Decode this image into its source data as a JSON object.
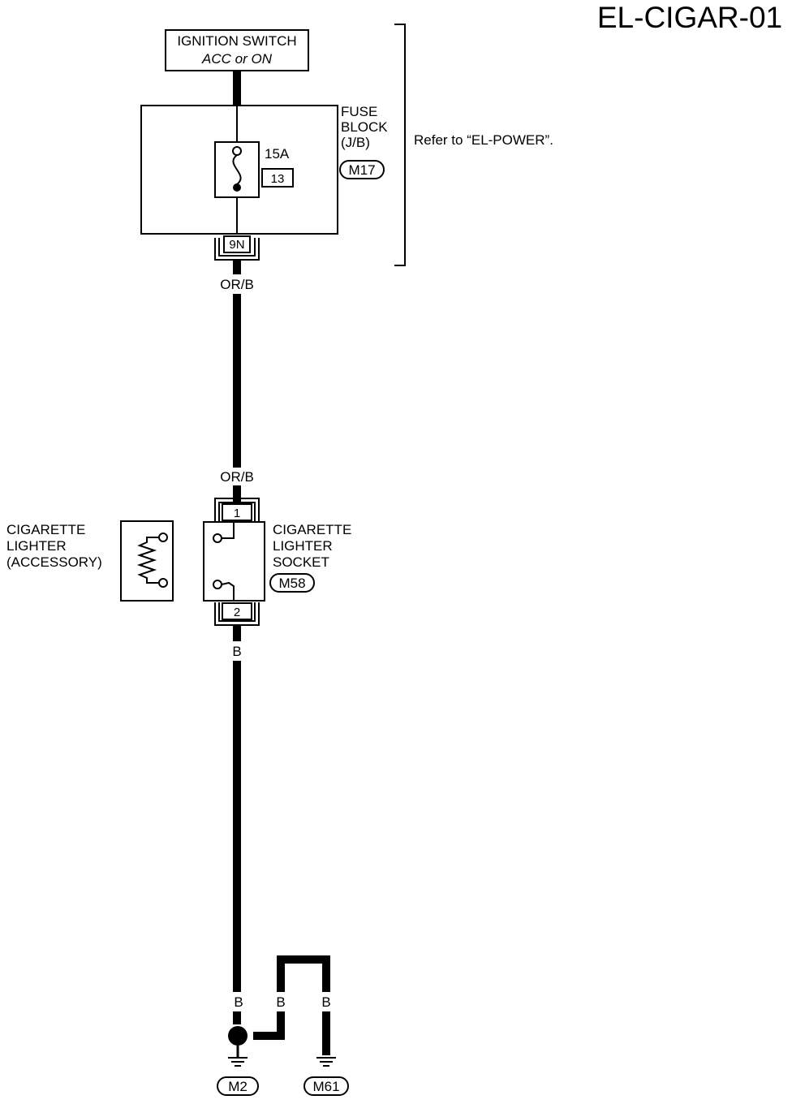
{
  "diagram": {
    "code": "EL-CIGAR-01",
    "refer_note": "Refer to “EL-POWER”.",
    "ignition_switch": {
      "line1": "IGNITION SWITCH",
      "line2": "ACC or ON"
    },
    "fuse_block": {
      "label": [
        "FUSE",
        "BLOCK",
        "(J/B)"
      ],
      "connector": "M17",
      "fuse_rating": "15A",
      "fuse_number": "13",
      "terminal": "9N"
    },
    "wires": {
      "power_upper": "OR/B",
      "power_lower": "OR/B",
      "ground_main": "B",
      "ground_branch_1": "B",
      "ground_branch_2": "B"
    },
    "lighter_socket": {
      "label": [
        "CIGARETTE",
        "LIGHTER",
        "SOCKET"
      ],
      "connector": "M58",
      "pin_top": "1",
      "pin_bottom": "2"
    },
    "lighter_accessory": {
      "label": [
        "CIGARETTE",
        "LIGHTER",
        "(ACCESSORY)"
      ]
    },
    "grounds": {
      "left": "M2",
      "right": "M61"
    }
  }
}
